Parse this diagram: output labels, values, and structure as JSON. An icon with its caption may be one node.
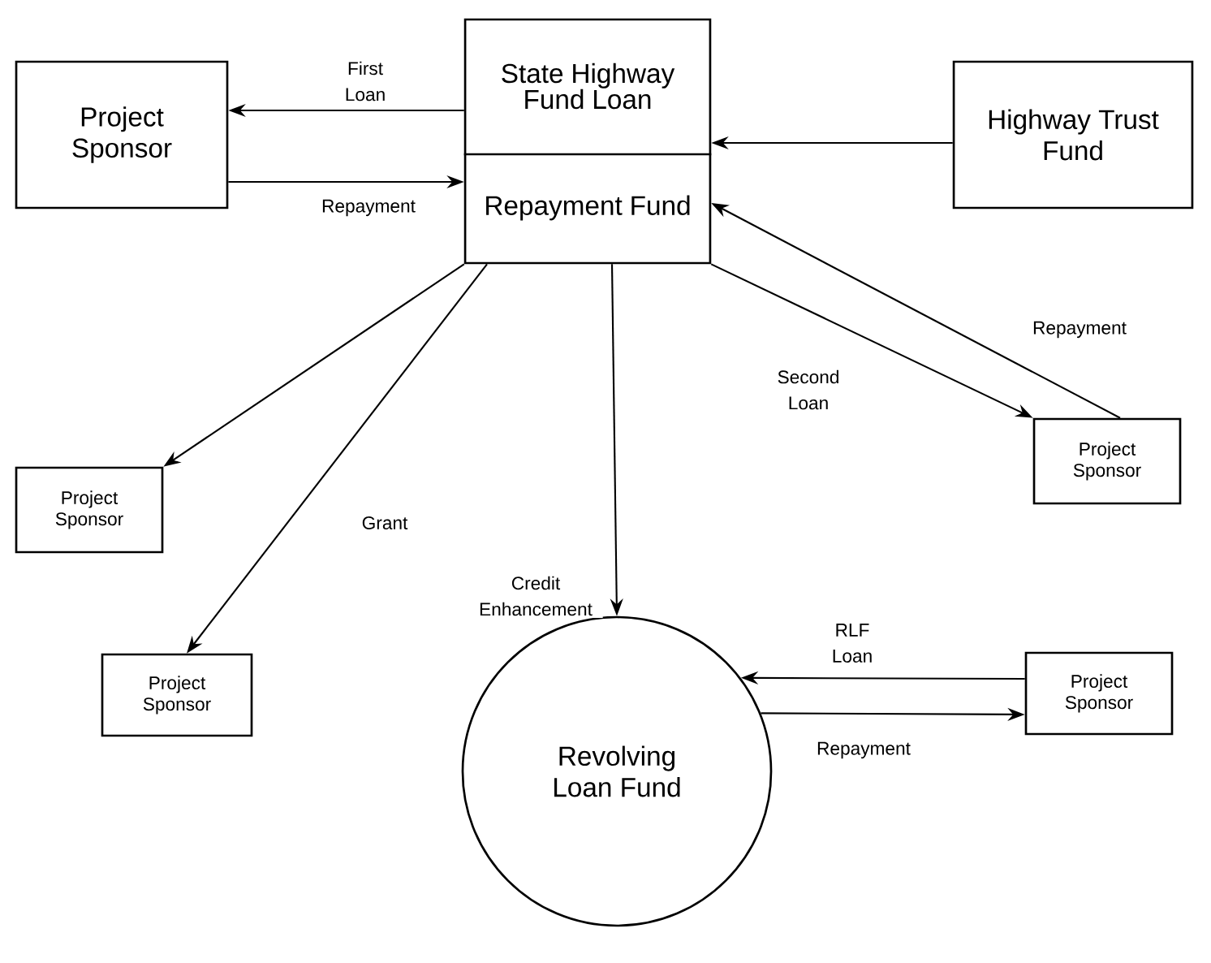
{
  "diagram": {
    "nodes": [
      {
        "text": [
          "State Highway Fund Loan",
          "Repayment Fund"
        ]
      },
      {
        "text": [
          "Project Sponsor"
        ]
      },
      {
        "text": [
          "Highway Trust Fund"
        ]
      },
      {
        "text": [
          "Project Sponsor"
        ]
      },
      {
        "text": [
          "Project Sponsor"
        ]
      },
      {
        "text": [
          "Project Sponsor"
        ]
      },
      {
        "text": [
          "Revolving Loan Fund"
        ]
      },
      {
        "text": [
          "Project Sponsor"
        ]
      }
    ],
    "edges": [
      {
        "from": 0,
        "to": 1,
        "arrow": "to",
        "label": "First Loan"
      },
      {
        "from": 1,
        "to": 0,
        "arrow": "to",
        "label": "Repayment"
      },
      {
        "from": 2,
        "to": 0,
        "arrow": "to"
      },
      {
        "from": 0,
        "to": 3,
        "arrow": "to"
      },
      {
        "from": 0,
        "to": 5,
        "arrow": "to",
        "label": "Grant"
      },
      {
        "from": 0,
        "to": 4,
        "arrow": "to",
        "label": "Second Loan"
      },
      {
        "from": 4,
        "to": 0,
        "arrow": "to",
        "label": "Repayment"
      },
      {
        "from": 0,
        "to": 6,
        "arrow": "to",
        "label": "Credit Enhancement"
      },
      {
        "from": 7,
        "to": 6,
        "arrow": "to",
        "label": "RLF Loan"
      },
      {
        "from": 6,
        "to": 7,
        "arrow": "to",
        "label": "Repayment"
      }
    ]
  }
}
